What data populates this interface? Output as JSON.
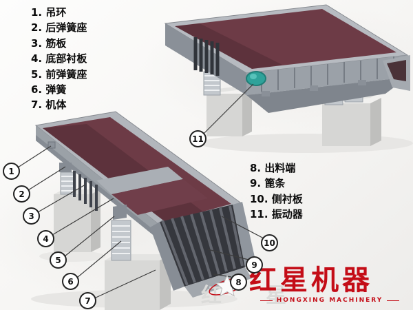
{
  "legend_left": {
    "items": [
      "1. 吊环",
      "2. 后弹簧座",
      "3. 筋板",
      "4. 底部衬板",
      "5. 前弹簧座",
      "6. 弹簧",
      "7. 机体"
    ]
  },
  "legend_right": {
    "items": [
      "8. 出料端",
      "9. 篦条",
      "10. 侧衬板",
      "11. 振动器"
    ]
  },
  "callouts": {
    "labels": [
      "1",
      "2",
      "3",
      "4",
      "5",
      "6",
      "7",
      "8",
      "9",
      "10",
      "11"
    ]
  },
  "logo": {
    "brand": "红星机器",
    "subtitle": "HONGXING MACHINERY",
    "watermark_left": "红",
    "watermark_right": "星",
    "brand_color": "#c40d17"
  },
  "colors": {
    "trough": "#6d3b46",
    "trough_dark": "#59303a",
    "steel": "#9ba1a8",
    "steel_light": "#b7bbc1",
    "steel_dark": "#7f858d",
    "concrete": "#d6d6d4",
    "concrete_side": "#bfbfbd",
    "spring": "#c3c8cd",
    "vibrator": "#2fa29a",
    "grate": "#35373d",
    "leader_line": "#3c3c3c"
  }
}
